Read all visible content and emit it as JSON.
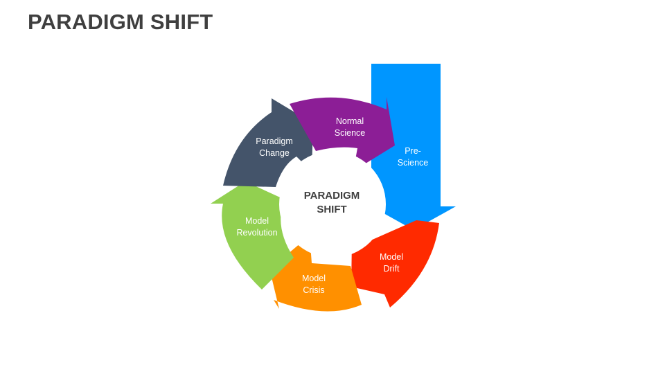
{
  "title": "PARADIGM SHIFT",
  "center": {
    "line1": "PARADIGM",
    "line2": "SHIFT"
  },
  "segments": [
    {
      "line1": "Pre-",
      "line2": "Science",
      "color": "#0096ff"
    },
    {
      "line1": "Normal",
      "line2": "Science",
      "color": "#8c1e96"
    },
    {
      "line1": "Paradigm",
      "line2": "Change",
      "color": "#44546a"
    },
    {
      "line1": "Model",
      "line2": "Revolution",
      "color": "#92d050"
    },
    {
      "line1": "Model",
      "line2": "Crisis",
      "color": "#ff9000"
    },
    {
      "line1": "Model",
      "line2": "Drift",
      "color": "#ff2a00"
    }
  ]
}
